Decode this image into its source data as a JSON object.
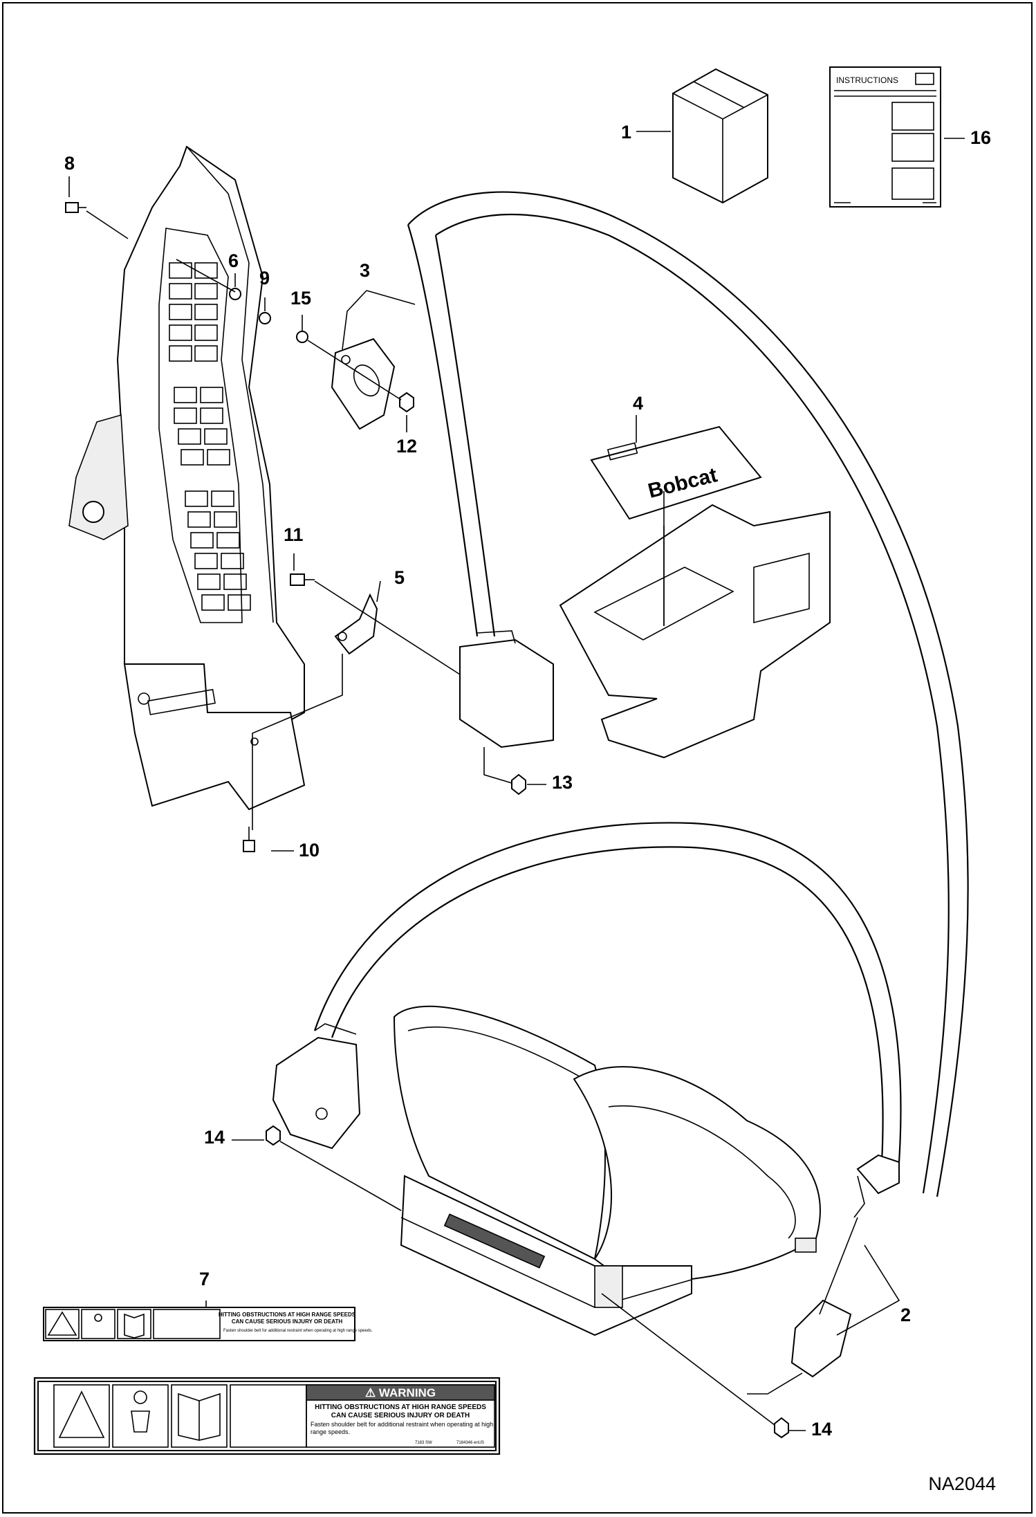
{
  "figure_id": "NA2044",
  "callouts": [
    {
      "n": "1"
    },
    {
      "n": "2"
    },
    {
      "n": "3"
    },
    {
      "n": "4"
    },
    {
      "n": "5"
    },
    {
      "n": "6"
    },
    {
      "n": "7"
    },
    {
      "n": "8"
    },
    {
      "n": "9"
    },
    {
      "n": "10"
    },
    {
      "n": "11"
    },
    {
      "n": "12"
    },
    {
      "n": "13"
    },
    {
      "n": "14a",
      "label": "14"
    },
    {
      "n": "14b",
      "label": "14"
    },
    {
      "n": "15"
    },
    {
      "n": "16"
    }
  ],
  "instructions_box": {
    "title": "INSTRUCTIONS"
  },
  "panel_logo": "Bobcat",
  "decal_small": {
    "line1": "HITTING OBSTRUCTIONS AT HIGH RANGE SPEEDS",
    "line2": "CAN CAUSE SERIOUS INJURY OR DEATH",
    "line3": "Fasten shoulder belt for additional restraint when operating at high range speeds."
  },
  "decal_large": {
    "warning": "⚠ WARNING",
    "line1": "HITTING OBSTRUCTIONS AT HIGH RANGE SPEEDS",
    "line2": "CAN CAUSE SERIOUS INJURY OR DEATH",
    "line3": "Fasten shoulder belt for additional restraint when operating at high",
    "line4": "range speeds.",
    "code1": "7183 SW",
    "code2": "7184346 enUS"
  }
}
